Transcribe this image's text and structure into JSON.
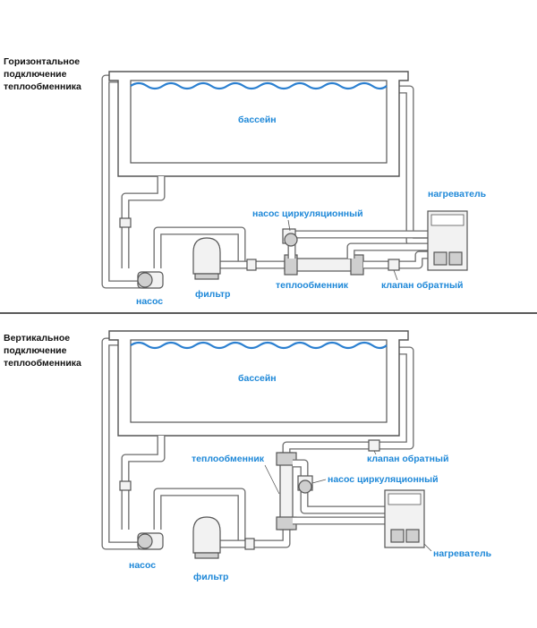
{
  "colors": {
    "label_blue": "#1e88d8",
    "water_wave": "#2a7fd0",
    "separator": "#222222"
  },
  "top": {
    "heading": [
      "Горизонтальное",
      "подключение",
      "теплообменника"
    ],
    "pool": "бассейн",
    "heater": "нагреватель",
    "circ_pump": "насос циркуляционный",
    "pump": "насос",
    "filter": "фильтр",
    "heat_exchanger": "теплообменник",
    "check_valve": "клапан обратный"
  },
  "bottom": {
    "heading": [
      "Вертикальное",
      "подключение",
      "теплообменника"
    ],
    "pool": "бассейн",
    "heat_exchanger": "теплообменник",
    "check_valve": "клапан обратный",
    "circ_pump": "насос циркуляционный",
    "heater": "нагреватель",
    "pump": "насос",
    "filter": "фильтр"
  }
}
